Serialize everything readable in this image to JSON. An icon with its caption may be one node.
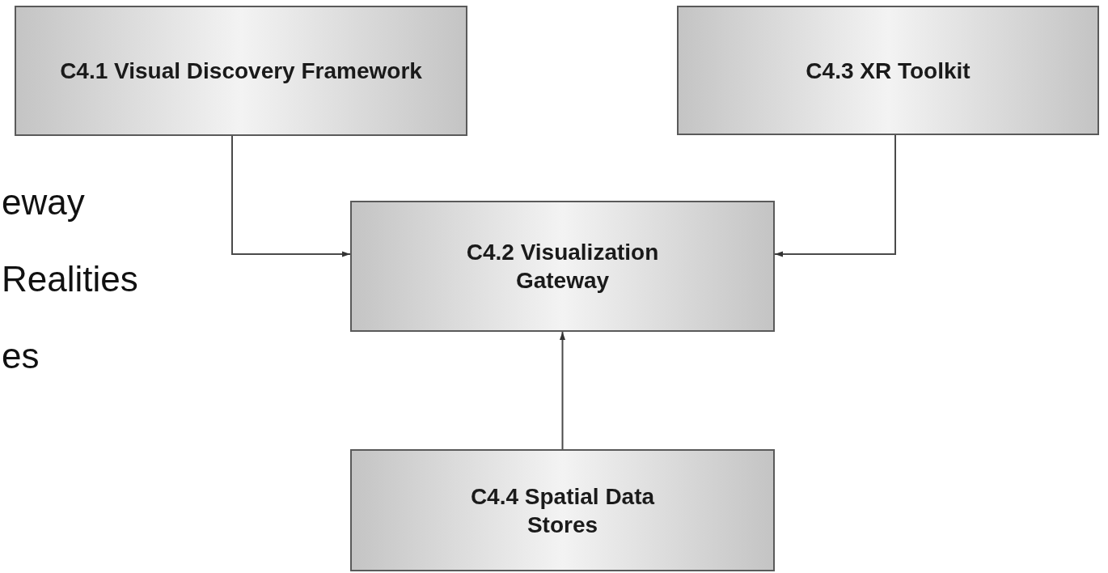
{
  "diagram": {
    "nodes": [
      {
        "text": [
          "C4.1 Visual Discovery Framework"
        ]
      },
      {
        "text": [
          "C4.3 XR Toolkit"
        ]
      },
      {
        "text": [
          "C4.2 Visualization Gateway"
        ]
      },
      {
        "text": [
          "C4.4 Spatial Data Stores"
        ]
      }
    ],
    "edges": [
      {
        "from": 0,
        "to": 2,
        "arrow": "to"
      },
      {
        "from": 1,
        "to": 2,
        "arrow": "to"
      },
      {
        "from": 3,
        "to": 2,
        "arrow": "to"
      }
    ],
    "labels": [
      "eway",
      "Realities",
      "es"
    ]
  }
}
